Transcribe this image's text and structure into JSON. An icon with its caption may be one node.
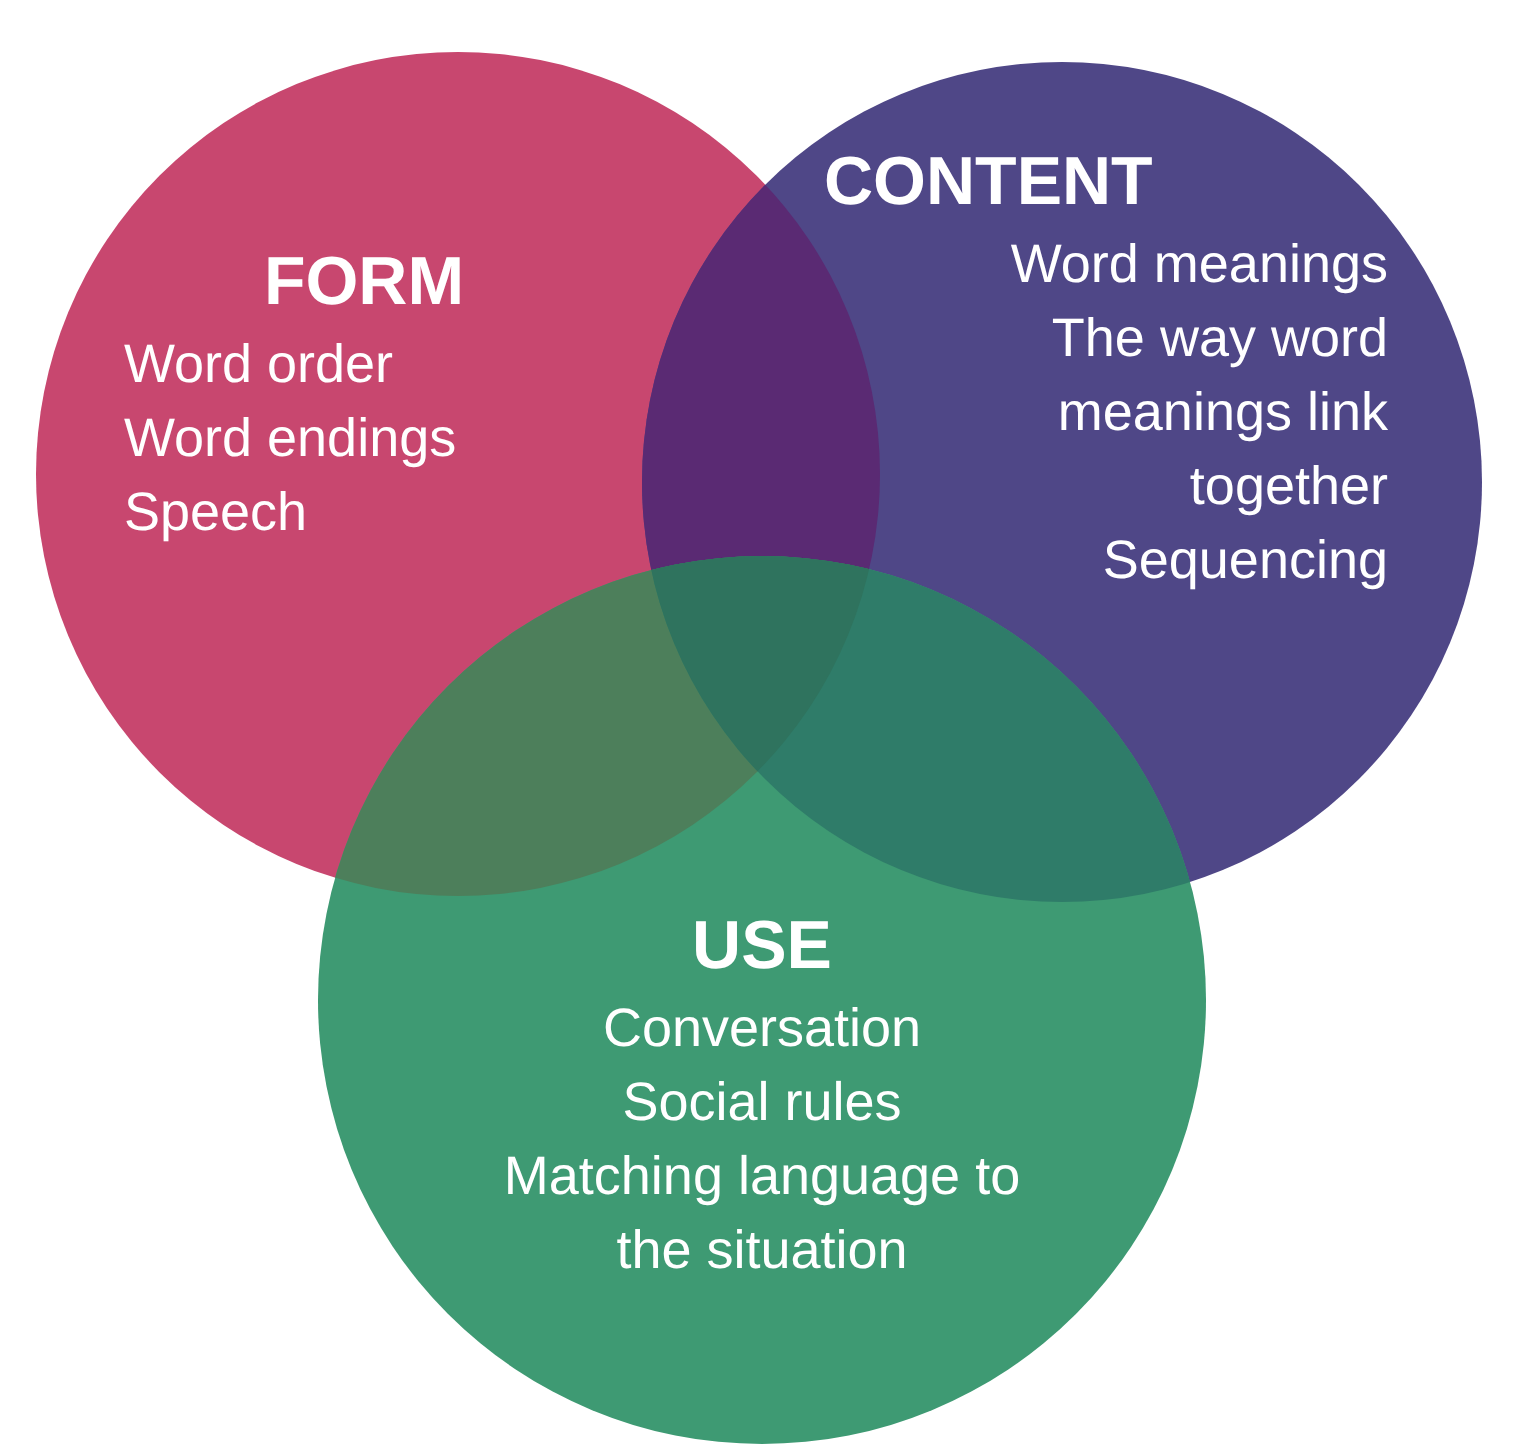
{
  "diagram": {
    "nodes": [
      {
        "text": [
          "FORM",
          "Word order",
          "Word endings",
          "Speech"
        ]
      },
      {
        "text": [
          "CONTENT",
          "Word meanings",
          "The way word meanings link together",
          "Sequencing"
        ]
      },
      {
        "text": [
          "USE",
          "Conversation",
          "Social rules",
          "Matching language to the situation"
        ]
      }
    ]
  }
}
